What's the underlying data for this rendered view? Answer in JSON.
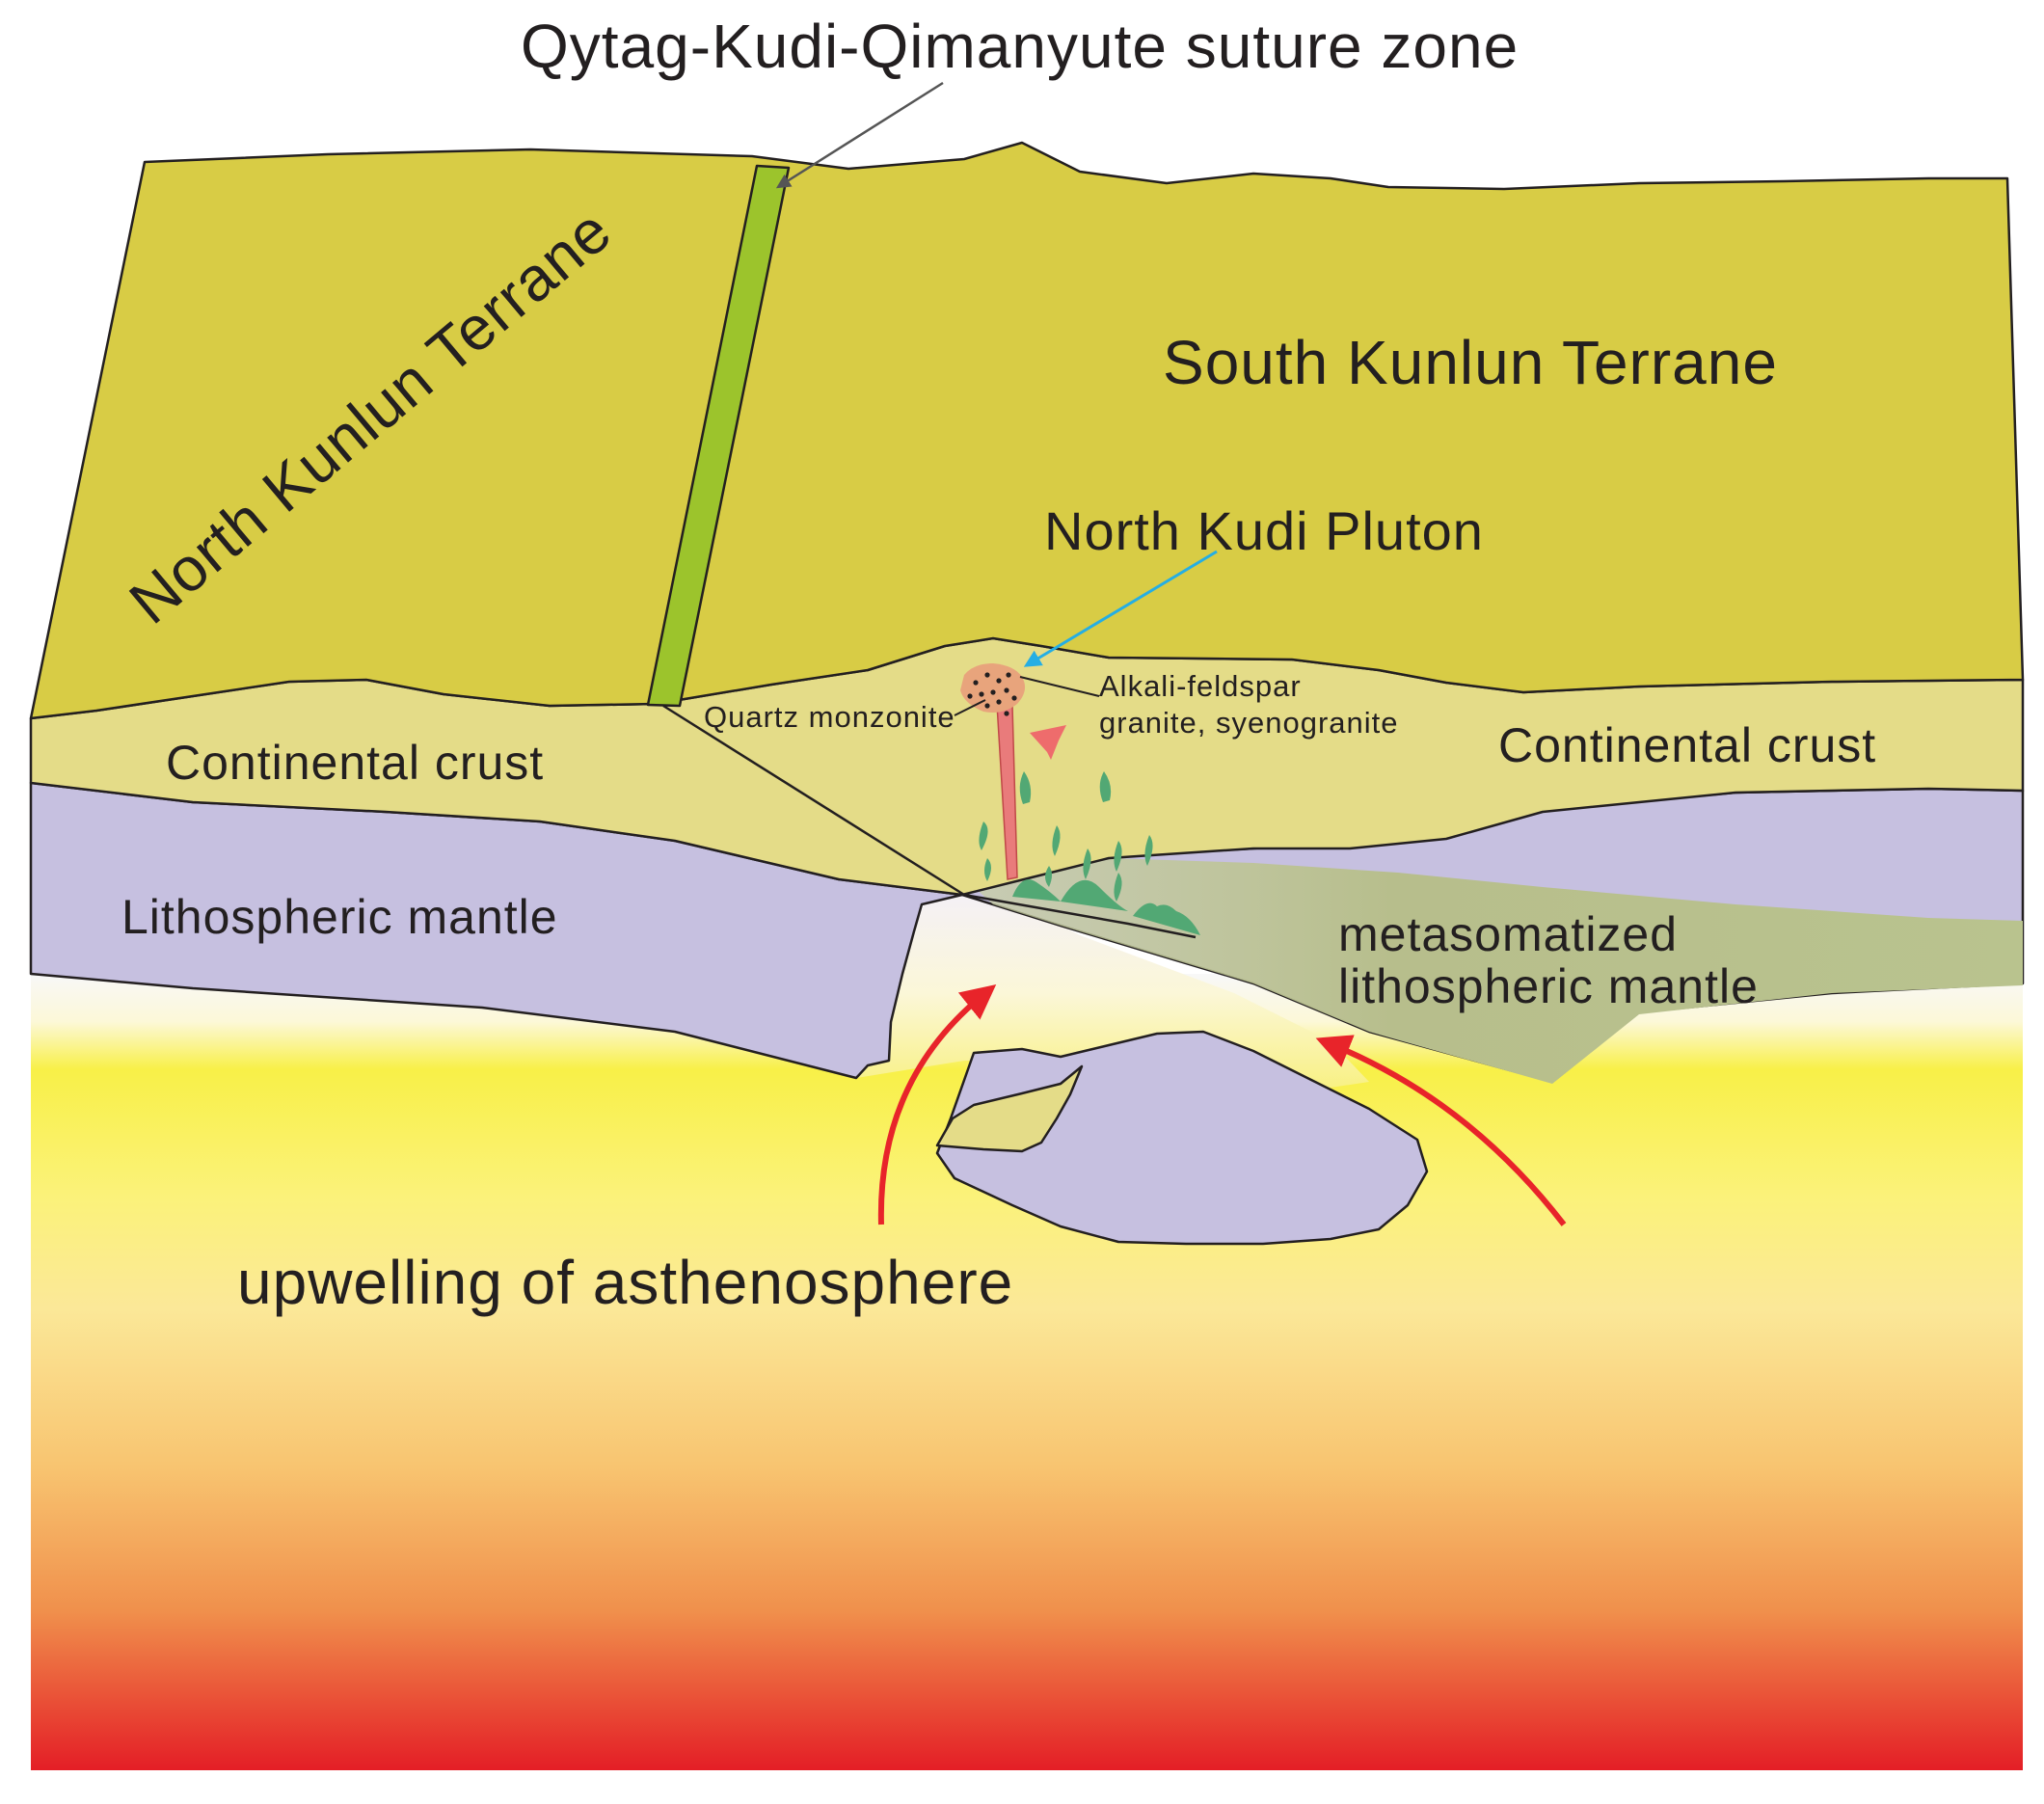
{
  "labels": {
    "suture_zone": "Qytag-Kudi-Qimanyute  suture zone",
    "north_terrane": "North Kunlun Terrane",
    "south_terrane": "South Kunlun Terrane",
    "pluton": "North Kudi Pluton",
    "alkali_line1": "Alkali-feldspar",
    "alkali_line2": "granite, syenogranite",
    "quartz_monzonite": "Quartz monzonite",
    "crust_left": "Continental crust",
    "crust_right": "Continental crust",
    "mantle_left": "Lithospheric mantle",
    "metasomatized_line1": "metasomatized",
    "metasomatized_line2": "lithospheric mantle",
    "upwelling": "upwelling of asthenosphere"
  },
  "colors": {
    "terrane": "#d8cc45",
    "suture": "#9cc42c",
    "crust": "#e4dc88",
    "mantle": "#c6c0e0",
    "metasomatized": "#b8c090",
    "melt": "#52a874",
    "arrow_red": "#e8242a",
    "arrow_blue": "#25aee4",
    "asthenosphere_top": "#f8f060",
    "asthenosphere_bottom": "#e41e26"
  }
}
